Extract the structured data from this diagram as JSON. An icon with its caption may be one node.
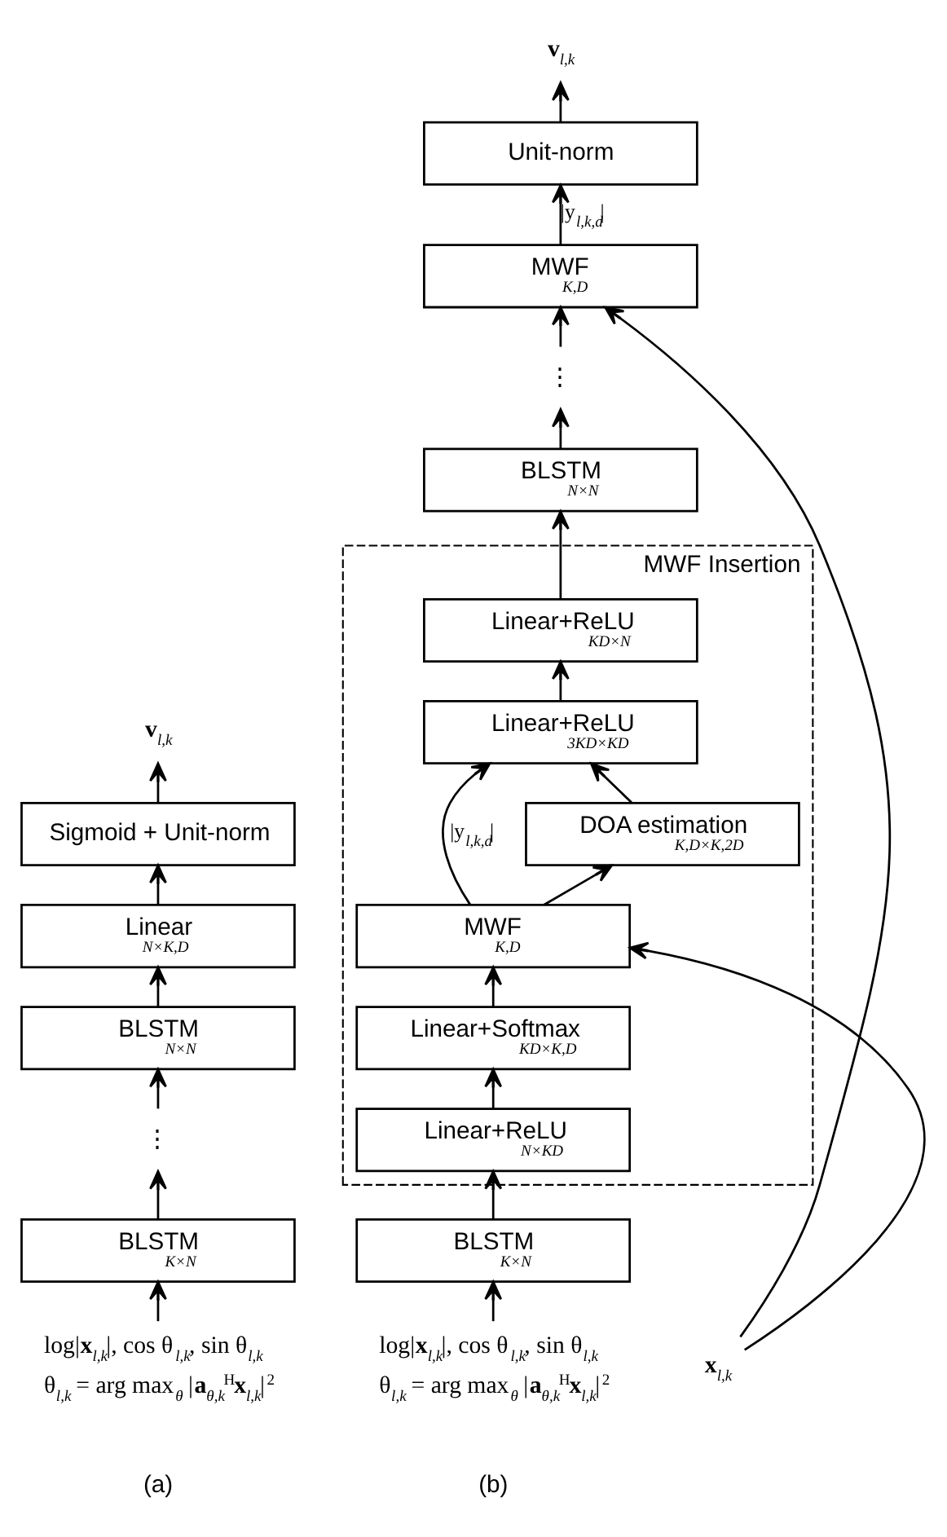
{
  "diagram": {
    "nodes": [
      {
        "text": [
          "**v**$_{l,k}$"
        ]
      },
      {
        "text": [
          "Sigmoid + Unit-norm"
        ]
      },
      {
        "text": [
          "Linear",
          "N×K,D"
        ]
      },
      {
        "text": [
          "BLSTM",
          "N×N"
        ]
      },
      {
        "text": [
          "⋮"
        ]
      },
      {
        "text": [
          "BLSTM",
          "K×N"
        ]
      },
      {
        "text": [
          "log|**x**$_{l,k}$|, cos θ$_{l,k}$, sin θ$_{l,k}$",
          "θ$_{l,k}$ = arg max$_{θ}$ |**a**$_{θ,k}$$^{H}$**x**$_{l,k}$|$^{2}$"
        ]
      },
      {
        "text": [
          "**v**$_{l,k}$"
        ]
      },
      {
        "text": [
          "Unit-norm"
        ]
      },
      {
        "text": [
          "MWF",
          "K,D"
        ]
      },
      {
        "text": [
          "⋮"
        ]
      },
      {
        "text": [
          "BLSTM",
          "N×N"
        ]
      },
      {
        "text": [
          "MWF Insertion"
        ]
      },
      {
        "text": [
          "Linear+ReLU",
          "KD×N"
        ],
        "in": 12
      },
      {
        "text": [
          "Linear+ReLU",
          "3KD×KD"
        ],
        "in": 12
      },
      {
        "text": [
          "DOA estimation",
          "K,D×K,2D"
        ],
        "in": 12
      },
      {
        "text": [
          "MWF",
          "K,D"
        ],
        "in": 12
      },
      {
        "text": [
          "Linear+Softmax",
          "KD×K,D"
        ],
        "in": 12
      },
      {
        "text": [
          "Linear+ReLU",
          "N×KD"
        ],
        "in": 12
      },
      {
        "text": [
          "BLSTM",
          "K×N"
        ]
      },
      {
        "text": [
          "log|**x**$_{l,k}$|, cos θ$_{l,k}$, sin θ$_{l,k}$",
          "θ$_{l,k}$ = arg max$_{θ}$ |**a**$_{θ,k}$$^{H}$**x**$_{l,k}$|$^{2}$"
        ]
      },
      {
        "text": [
          "**x**$_{l,k}$"
        ]
      }
    ],
    "edges": [
      {
        "from": 1,
        "to": 0,
        "arrow": "to"
      },
      {
        "from": 2,
        "to": 1,
        "arrow": "to"
      },
      {
        "from": 3,
        "to": 2,
        "arrow": "to"
      },
      {
        "from": 4,
        "to": 3,
        "arrow": "to"
      },
      {
        "from": 5,
        "to": 4,
        "arrow": "to"
      },
      {
        "from": 6,
        "to": 5,
        "arrow": "to"
      },
      {
        "from": 8,
        "to": 7,
        "arrow": "to"
      },
      {
        "from": 9,
        "to": 8,
        "arrow": "to",
        "label": "|y$_{l,k,d}$|"
      },
      {
        "from": 10,
        "to": 9,
        "arrow": "to"
      },
      {
        "from": 11,
        "to": 10,
        "arrow": "to"
      },
      {
        "from": 13,
        "to": 11,
        "arrow": "to"
      },
      {
        "from": 14,
        "to": 13,
        "arrow": "to"
      },
      {
        "from": 15,
        "to": 14,
        "arrow": "to"
      },
      {
        "from": 16,
        "to": 15,
        "arrow": "to"
      },
      {
        "from": 16,
        "to": 14,
        "arrow": "to",
        "label": "|y$_{l,k,d}$|"
      },
      {
        "from": 17,
        "to": 16,
        "arrow": "to"
      },
      {
        "from": 18,
        "to": 17,
        "arrow": "to"
      },
      {
        "from": 19,
        "to": 18,
        "arrow": "to"
      },
      {
        "from": 20,
        "to": 19,
        "arrow": "to"
      },
      {
        "from": 21,
        "to": 9,
        "arrow": "to"
      },
      {
        "from": 21,
        "to": 16,
        "arrow": "to"
      }
    ],
    "labels": [
      "(a)",
      "(b)"
    ]
  }
}
